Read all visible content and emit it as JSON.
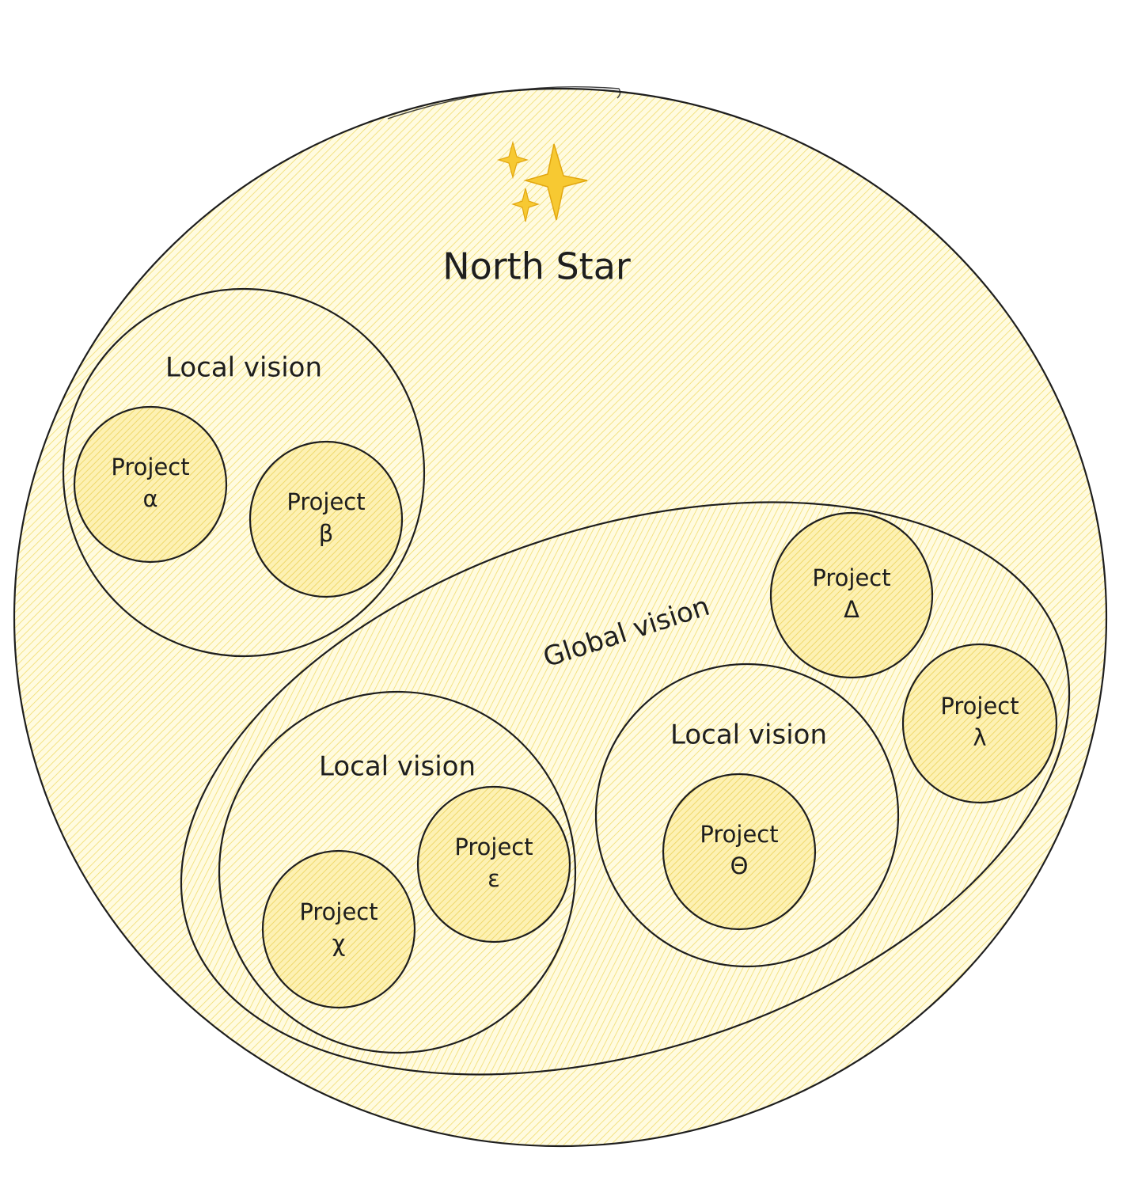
{
  "north_star": {
    "title": "North Star",
    "emoji": "✨"
  },
  "local_vision_top": {
    "label": "Local vision",
    "projects": [
      {
        "line1": "Project",
        "line2": "α"
      },
      {
        "line1": "Project",
        "line2": "β"
      }
    ]
  },
  "global_vision": {
    "label": "Global vision",
    "local_vision_left": {
      "label": "Local vision",
      "projects": [
        {
          "line1": "Project",
          "line2": "ε"
        },
        {
          "line1": "Project",
          "line2": "χ"
        }
      ]
    },
    "local_vision_right": {
      "label": "Local vision",
      "projects": [
        {
          "line1": "Project",
          "line2": "Θ"
        }
      ]
    },
    "projects": [
      {
        "line1": "Project",
        "line2": "Δ"
      },
      {
        "line1": "Project",
        "line2": "λ"
      }
    ]
  },
  "colors": {
    "fill": "#fff2a8",
    "hatch": "#f1d75a",
    "stroke": "#1e1e1e"
  }
}
